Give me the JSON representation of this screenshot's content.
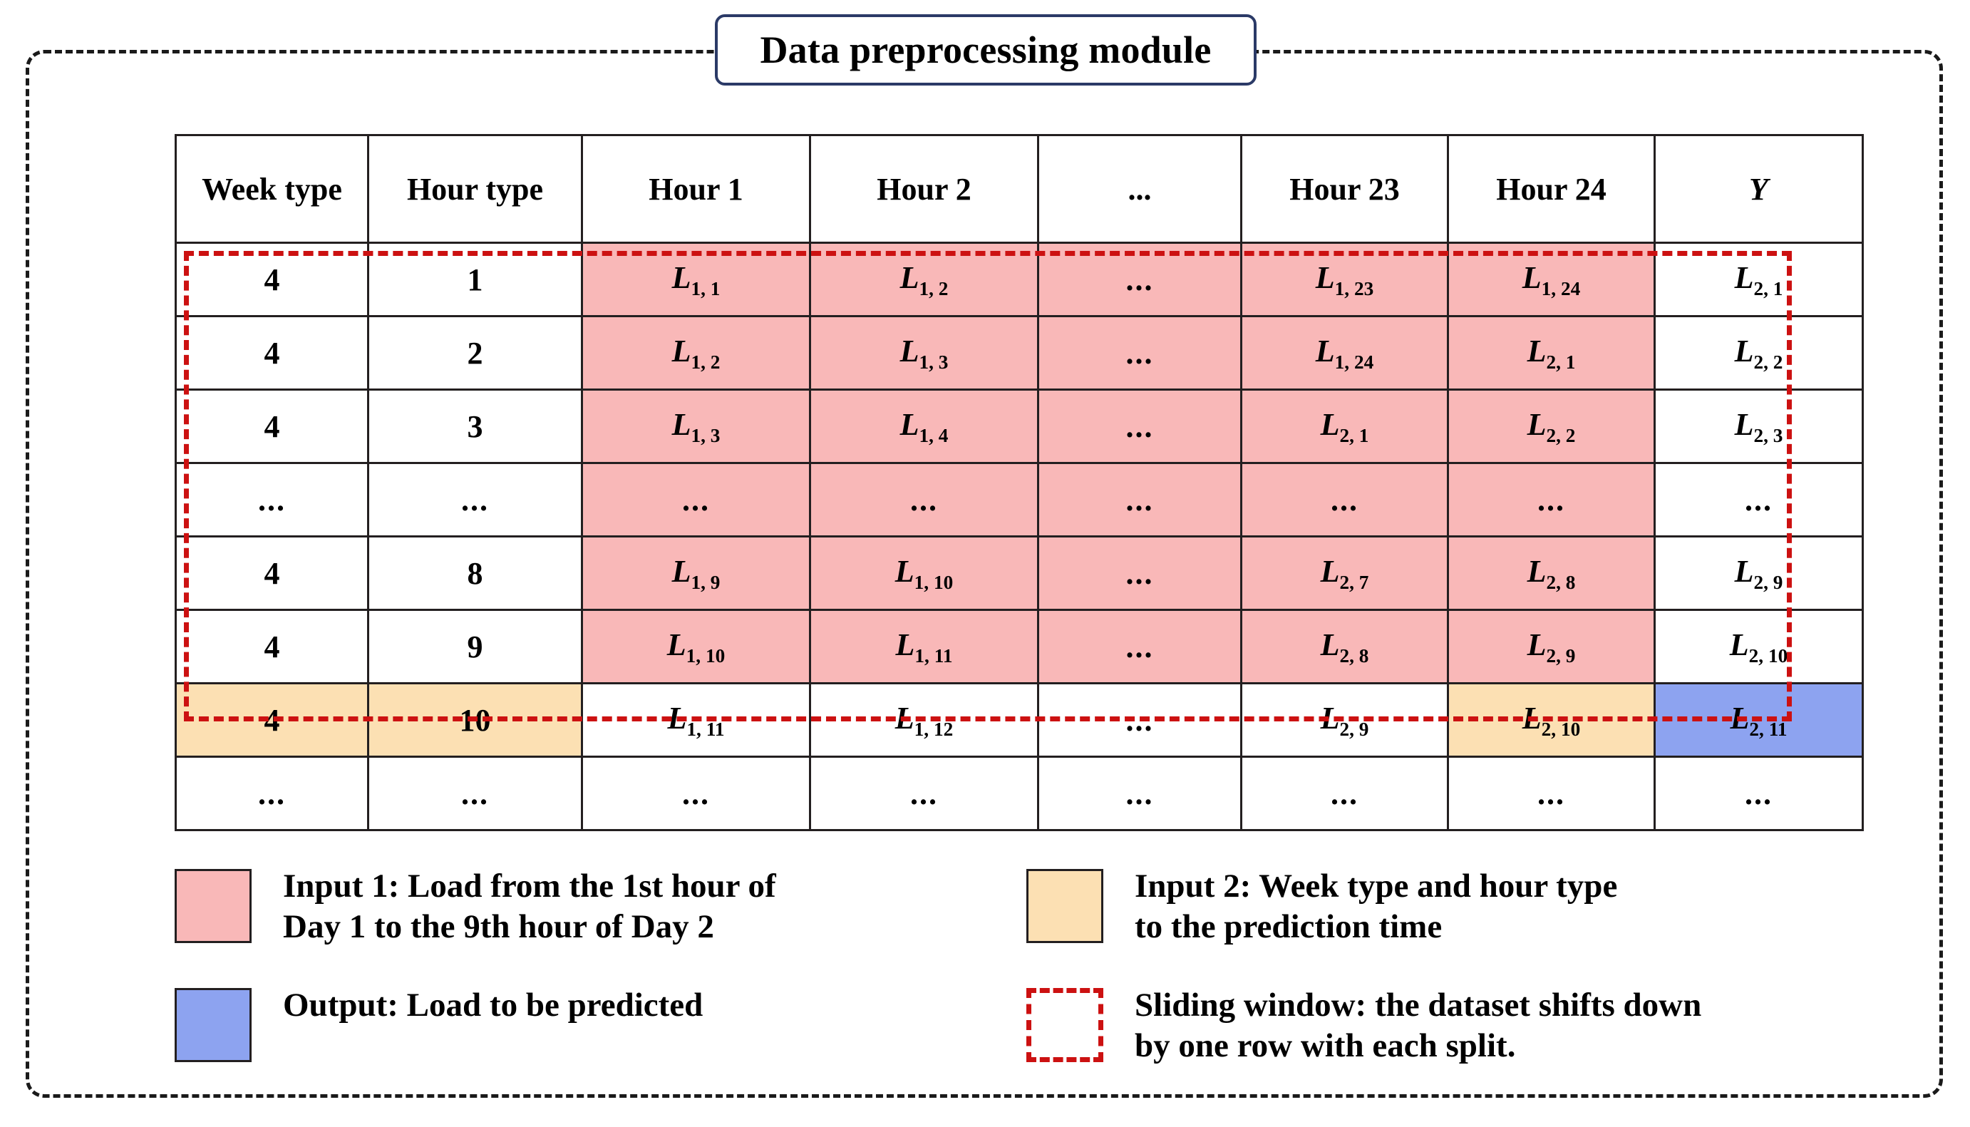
{
  "module": {
    "title": "Data preprocessing module"
  },
  "table": {
    "headers": [
      "Week type",
      "Hour type",
      "Hour 1",
      "Hour 2",
      "...",
      "Hour 23",
      "Hour 24",
      "Y"
    ],
    "rows": [
      {
        "cells": [
          "4",
          "1",
          "L1, 1",
          "L1, 2",
          "...",
          "L1, 23",
          "L1, 24",
          "L2, 1"
        ],
        "week_type": "4",
        "hour_type": "1",
        "hour1": "L1, 1",
        "hour2": "L1, 2",
        "mid": "...",
        "hour23": "L1, 23",
        "hour24": "L1, 24",
        "y": "L2, 1"
      },
      {
        "cells": [
          "4",
          "2",
          "L1, 2",
          "L1, 3",
          "...",
          "L1, 24",
          "L2, 1",
          "L2, 2"
        ],
        "week_type": "4",
        "hour_type": "2",
        "hour1": "L1, 2",
        "hour2": "L1, 3",
        "mid": "...",
        "hour23": "L1, 24",
        "hour24": "L2, 1",
        "y": "L2, 2"
      },
      {
        "cells": [
          "4",
          "3",
          "L1, 3",
          "L1, 4",
          "...",
          "L2, 1",
          "L2, 2",
          "L2, 3"
        ],
        "week_type": "4",
        "hour_type": "3",
        "hour1": "L1, 3",
        "hour2": "L1, 4",
        "mid": "...",
        "hour23": "L2, 1",
        "hour24": "L2, 2",
        "y": "L2, 3"
      },
      {
        "cells": [
          "...",
          "...",
          "...",
          "...",
          "...",
          "...",
          "...",
          "..."
        ],
        "week_type": "...",
        "hour_type": "...",
        "hour1": "...",
        "hour2": "...",
        "mid": "...",
        "hour23": "...",
        "hour24": "...",
        "y": "..."
      },
      {
        "cells": [
          "4",
          "8",
          "L1, 9",
          "L1, 10",
          "...",
          "L2, 7",
          "L2, 8",
          "L2, 9"
        ],
        "week_type": "4",
        "hour_type": "8",
        "hour1": "L1, 9",
        "hour2": "L1, 10",
        "mid": "...",
        "hour23": "L2, 7",
        "hour24": "L2, 8",
        "y": "L2, 9"
      },
      {
        "cells": [
          "4",
          "9",
          "L1, 10",
          "L1, 11",
          "...",
          "L2, 8",
          "L2, 9",
          "L2, 10"
        ],
        "week_type": "4",
        "hour_type": "9",
        "hour1": "L1, 10",
        "hour2": "L1, 11",
        "mid": "...",
        "hour23": "L2, 8",
        "hour24": "L2, 9",
        "y": "L2, 10"
      },
      {
        "cells": [
          "4",
          "10",
          "L1, 11",
          "L1, 12",
          "...",
          "L2, 9",
          "L2, 10",
          "L2, 11"
        ],
        "week_type": "4",
        "hour_type": "10",
        "hour1": "L1, 11",
        "hour2": "L1, 12",
        "mid": "...",
        "hour23": "L2, 9",
        "hour24": "L2, 10",
        "y": "L2, 11"
      },
      {
        "cells": [
          "...",
          "...",
          "...",
          "...",
          "...",
          "...",
          "...",
          "..."
        ],
        "week_type": "...",
        "hour_type": "...",
        "hour1": "...",
        "hour2": "...",
        "mid": "...",
        "hour23": "...",
        "hour24": "...",
        "y": "..."
      }
    ]
  },
  "legend": {
    "input1": {
      "line1": "Input 1: Load from the 1st hour of",
      "line2": "Day 1 to the 9th hour of Day 2"
    },
    "input2": {
      "line1": "Input 2: Week type and hour type",
      "line2": "to the prediction time"
    },
    "output": {
      "line1": "Output: Load to be predicted"
    },
    "sliding": {
      "line1": "Sliding window: the dataset shifts down",
      "line2": "by one row with each split."
    }
  },
  "colors": {
    "input1_pink": "#F9B8B8",
    "input2_peach": "#FCE0B3",
    "output_blue": "#8DA3F0",
    "sliding_window_red": "#CC1111",
    "title_border_navy": "#2B3A67",
    "grid_line": "#231F20"
  }
}
